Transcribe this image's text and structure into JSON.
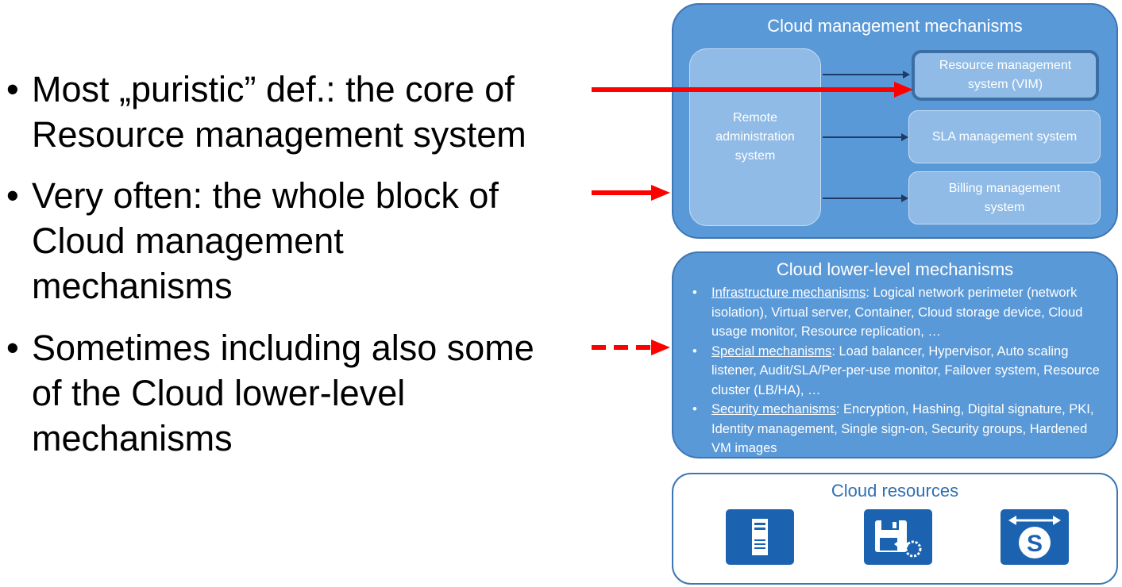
{
  "bullets": [
    {
      "line1": "Most „puristic” def.: the core of",
      "line2": "Resource management system"
    },
    {
      "line1": "Very often: the whole block of",
      "line2": "Cloud management",
      "line3": "mechanisms"
    },
    {
      "line1": "Sometimes including also some",
      "line2": "of the Cloud lower-level",
      "line3": "mechanisms"
    }
  ],
  "bullet_symbol": "•",
  "management": {
    "title": "Cloud management mechanisms",
    "remote_admin": [
      "Remote",
      "administration",
      "system"
    ],
    "vim": [
      "Resource management",
      "system (VIM)"
    ],
    "sla": "SLA management system",
    "billing": [
      "Billing management",
      "system"
    ]
  },
  "lower": {
    "title": "Cloud lower-level mechanisms",
    "items": [
      {
        "heading": "Infrastructure mechanisms",
        "text": ": Logical network perimeter (network isolation), Virtual server, Container, Cloud storage device, Cloud usage monitor, Resource replication, …"
      },
      {
        "heading": "Special mechanisms",
        "text": ": Load balancer, Hypervisor, Auto scaling listener, Audit/SLA/Per-per-use monitor, Failover system, Resource cluster (LB/HA), …"
      },
      {
        "heading": "Security mechanisms",
        "text": ": Encryption, Hashing, Digital signature, PKI, Identity management, Single sign-on, Security groups, Hardened VM images"
      }
    ]
  },
  "resources": {
    "title": "Cloud resources",
    "icons": [
      "server-icon",
      "storage-icon",
      "network-switch-icon"
    ]
  },
  "colors": {
    "panel": "#5a99d8",
    "box": "#8fbbe6",
    "icon": "#1b63b0",
    "red_arrow": "#ff0000"
  }
}
